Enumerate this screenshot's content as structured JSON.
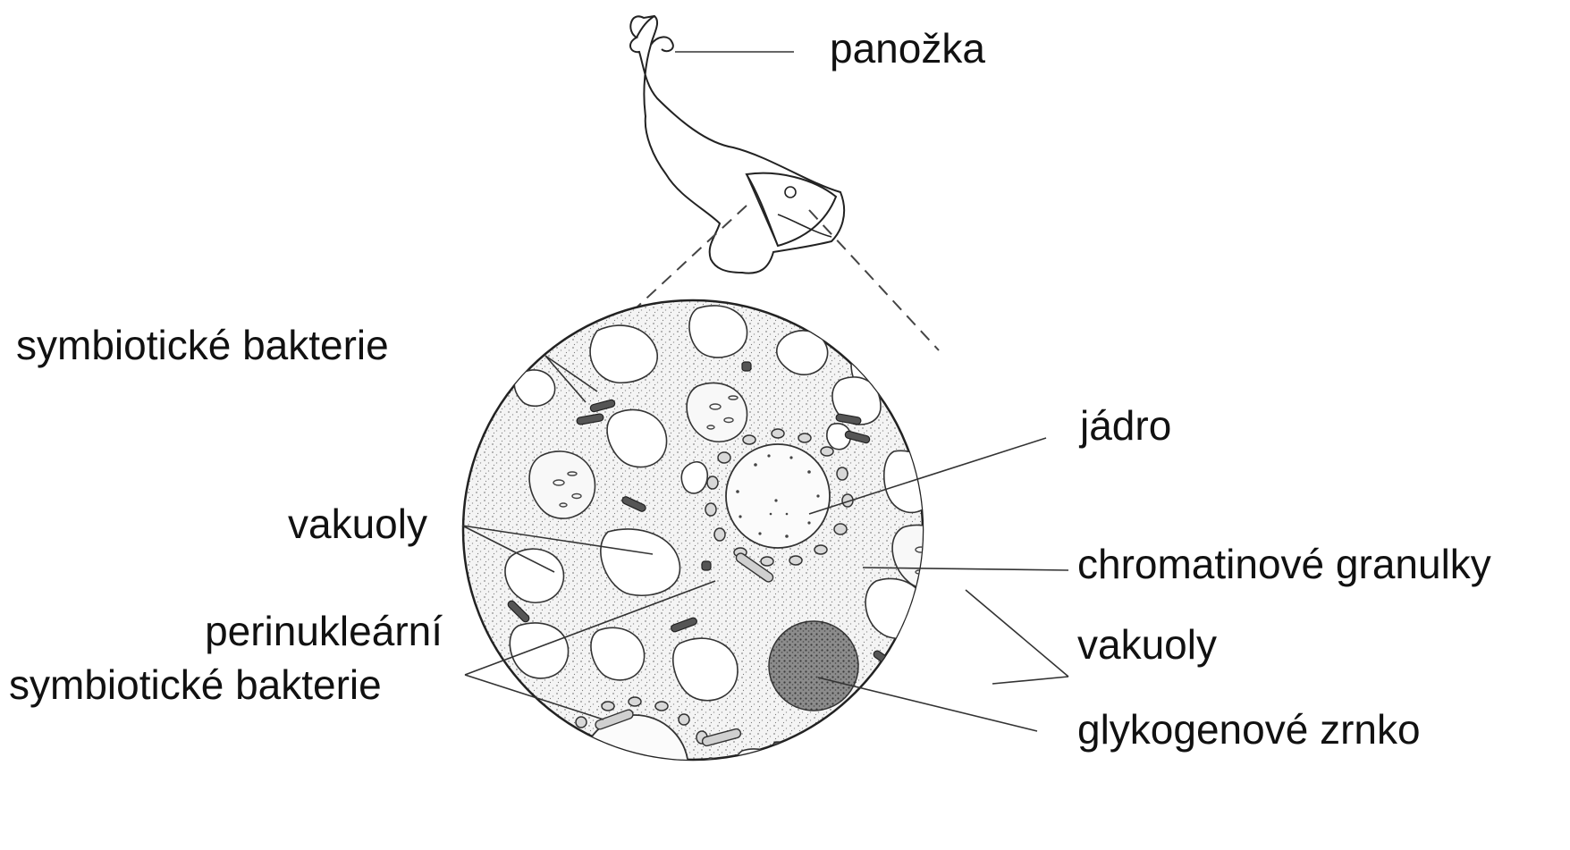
{
  "labels": {
    "panozka": "panožka",
    "symbioticke_bakterie": "symbiotické bakterie",
    "jadro": "jádro",
    "vakuoly_left": "vakuoly",
    "chromatinove_granulky": "chromatinové granulky",
    "perinuklearni_line1": "perinukleární",
    "perinuklearni_line2": "symbiotické bakterie",
    "vakuoly_right": "vakuoly",
    "glykogenove_zrnko": "glykogenové zrnko"
  },
  "colors": {
    "ink": "#222222",
    "stipple": "#8a8a8a"
  }
}
